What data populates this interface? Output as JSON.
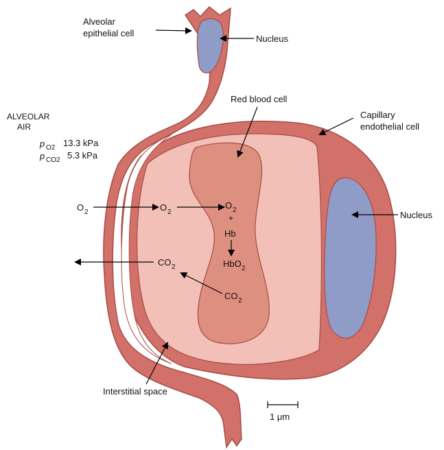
{
  "labels": {
    "alveolar_epithelial_cell_line1": "Alveolar",
    "alveolar_epithelial_cell_line2": "epithelial cell",
    "nucleus_top": "Nucleus",
    "alveolar_air_line1": "ALVEOLAR",
    "alveolar_air_line2": "AIR",
    "po2_prefix": "p",
    "po2_sub": "O2",
    "po2_value": "13.3 kPa",
    "pco2_prefix": "p",
    "pco2_sub": "CO2",
    "pco2_value": "5.3 kPa",
    "red_blood_cell": "Red blood cell",
    "capillary_line1": "Capillary",
    "capillary_line2": "endothelial cell",
    "nucleus_right": "Nucleus",
    "interstitial_space": "Interstitial space",
    "scale_bar": "1 μm"
  },
  "species": {
    "o2_main": "O",
    "o2_sub": "2",
    "plus": "+",
    "hb": "Hb",
    "hbo2_main": "HbO",
    "hbo2_sub": "2",
    "co2_main": "CO",
    "co2_sub": "2"
  },
  "colors": {
    "membrane": "#d2706a",
    "plasma": "#f2c0b6",
    "rbc": "#dd8f80",
    "nucleus": "#8f9cc8",
    "outline": "#a84b44"
  }
}
